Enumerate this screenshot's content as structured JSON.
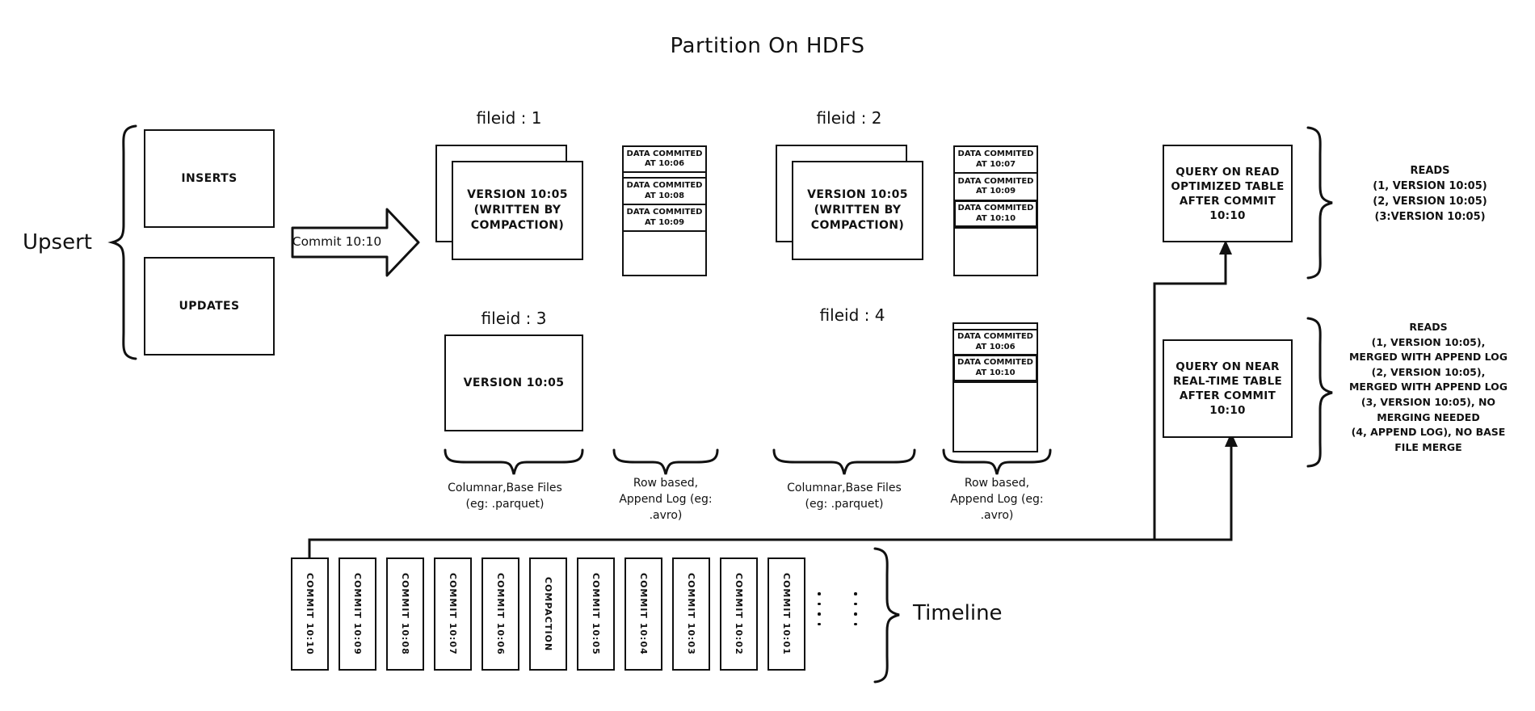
{
  "title": "Partition On HDFS",
  "upsert": {
    "label": "Upsert",
    "inserts": "INSERTS",
    "updates": "UPDATES"
  },
  "commit_arrow": {
    "label": "Commit 10:10"
  },
  "files": {
    "file1": {
      "label": "fileid : 1",
      "version": [
        "VERSION 10:05",
        "(WRITTEN BY",
        "COMPACTION)"
      ]
    },
    "file2": {
      "label": "fileid : 2",
      "version": [
        "VERSION 10:05",
        "(WRITTEN BY",
        "COMPACTION)"
      ]
    },
    "file3": {
      "label": "fileid : 3",
      "version": [
        "VERSION 10:05"
      ]
    },
    "file4": {
      "label": "fileid : 4"
    }
  },
  "logs": {
    "log1": {
      "entries": [
        "DATA COMMITED AT 10:06",
        "DATA COMMITED AT 10:08",
        "DATA COMMITED AT 10:09"
      ]
    },
    "log2": {
      "entries": [
        "DATA COMMITED AT 10:07",
        "DATA COMMITED AT 10:09",
        "DATA COMMITED AT 10:10"
      ]
    },
    "log4": {
      "entries": [
        "DATA COMMITED AT 10:06",
        "DATA COMMITED AT 10:10"
      ]
    }
  },
  "brace_labels": {
    "columnar": [
      "Columnar,Base Files",
      "(eg: .parquet)"
    ],
    "row_based": [
      "Row based,",
      "Append Log  (eg:",
      ".avro)"
    ]
  },
  "queries": {
    "read_optimized": [
      "QUERY ON READ",
      "OPTIMIZED TABLE",
      "AFTER COMMIT",
      "10:10"
    ],
    "near_real_time": [
      "QUERY ON NEAR",
      "REAL-TIME TABLE",
      "AFTER COMMIT",
      "10:10"
    ]
  },
  "reads": {
    "read_optimized": [
      "READS",
      "(1, VERSION 10:05)",
      "(2, VERSION 10:05)",
      "(3:VERSION 10:05)"
    ],
    "near_real_time": [
      "READS",
      "(1, VERSION 10:05),",
      "MERGED WITH APPEND LOG",
      "(2, VERSION 10:05),",
      "MERGED WITH APPEND LOG",
      "(3, VERSION 10:05), NO",
      "MERGING NEEDED",
      "(4, APPEND LOG), NO BASE",
      "FILE MERGE"
    ],
    "ellipsis": "⋮ ⋮"
  },
  "timeline": {
    "label": "Timeline",
    "entries": [
      "COMMIT 10:10",
      "COMMIT 10:09",
      "COMMIT 10:08",
      "COMMIT 10:07",
      "COMMIT 10:06",
      "COMPACTION",
      "COMMIT 10:05",
      "COMMIT 10:04",
      "COMMIT 10:03",
      "COMMIT 10:02",
      "COMMIT 10:01"
    ]
  },
  "colors": {
    "ink": "#111111",
    "background": "#ffffff"
  }
}
